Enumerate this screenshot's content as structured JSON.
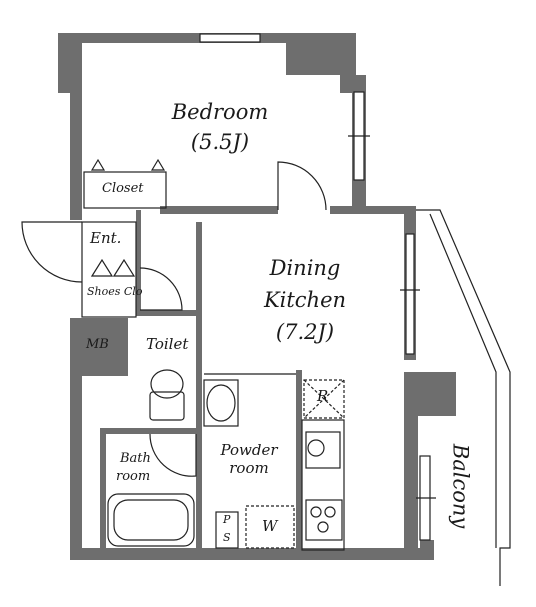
{
  "rooms": {
    "bedroom": {
      "name": "Bedroom",
      "size": "(5.5J)"
    },
    "closet": "Closet",
    "entrance": "Ent.",
    "shoes_closet": "Shoes Clo",
    "mb": "MB",
    "toilet": "Toilet",
    "dining_kitchen": {
      "name1": "Dining",
      "name2": "Kitchen",
      "size": "(7.2J)"
    },
    "refrigerator": "R",
    "powder_room": {
      "line1": "Powder",
      "line2": "room"
    },
    "bath_room": {
      "line1": "Bath",
      "line2": "room"
    },
    "ps": {
      "p": "P",
      "s": "S"
    },
    "washer": "W",
    "balcony": "Balcony"
  },
  "colors": {
    "wall": "#6e6e6e",
    "line": "#222222",
    "background": "#ffffff"
  }
}
